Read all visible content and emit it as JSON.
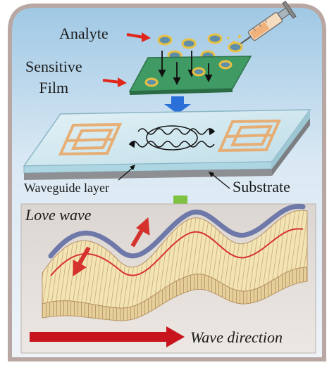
{
  "labels": {
    "analyte": "Analyte",
    "sensitive_line1": "Sensitive",
    "sensitive_line2": "Film",
    "waveguide_layer": "Waveguide layer",
    "substrate": "Substrate",
    "love_wave": "Love wave",
    "wave_direction": "Wave direction"
  },
  "colors": {
    "frame": "#b9a7a4",
    "background_top": "#9fc8e4",
    "background_bottom": "#e7eef6",
    "film": "#3f9a63",
    "analyte_ring": "#e8c043",
    "analyte_core": "#5f8fa8",
    "pointer_arrow": "#e0271c",
    "flow_arrow_blue": "#2b6fd8",
    "flow_arrow_green": "#7fc241",
    "waveguide_top": "#cfe7ee",
    "substrate": "#8d8f93",
    "electrode": "#e9a868",
    "wave_body": "#f1dfa8",
    "wave_band": "#6f79a9",
    "wave_line": "#d6322d",
    "direction_arrow": "#c8141c"
  },
  "icons": {
    "syringe": "syringe-icon"
  }
}
